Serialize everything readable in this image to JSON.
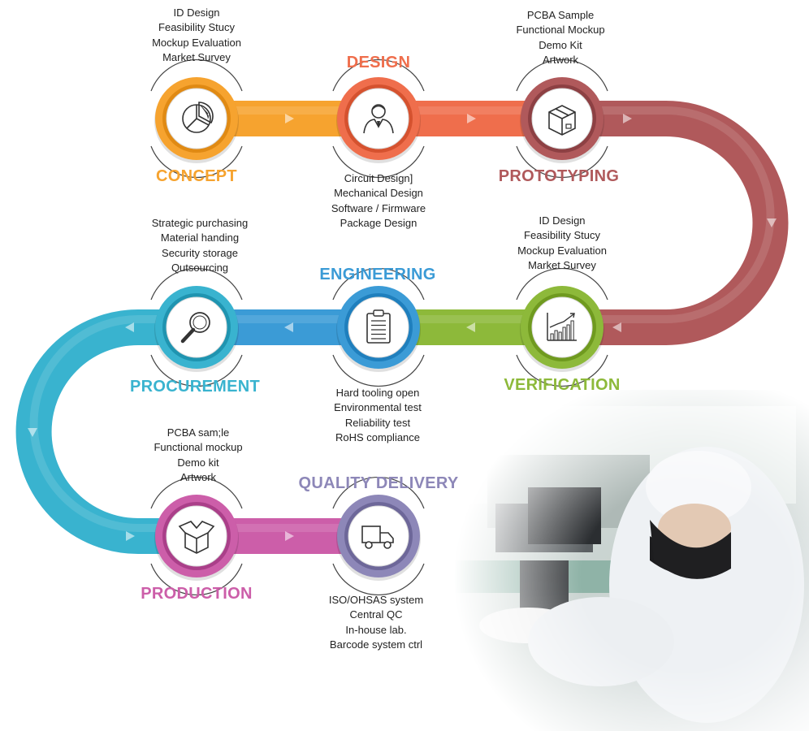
{
  "stages": [
    {
      "id": "concept",
      "title": "CONCEPT",
      "icon": "pie-chart-icon",
      "color": "#f6a32f",
      "dark": "#e08a14",
      "items": [
        "ID Design",
        "Feasibility Stucy",
        "Mockup Evaluation",
        "Market Survey"
      ]
    },
    {
      "id": "design",
      "title": "DESIGN",
      "icon": "engineer-person-icon",
      "color": "#ef6e4c",
      "dark": "#d5522f",
      "items": [
        "Circuit Design]",
        "Mechanical Design",
        "Software / Firmware",
        "Package Design"
      ]
    },
    {
      "id": "prototyping",
      "title": "PROTOTYPING",
      "icon": "package-box-icon",
      "color": "#b0595b",
      "dark": "#8d4043",
      "items": [
        "PCBA Sample",
        "Functional Mockup",
        "Demo Kit",
        "Artwork"
      ]
    },
    {
      "id": "verification",
      "title": "VERIFICATION",
      "icon": "growth-chart-icon",
      "color": "#8db93a",
      "dark": "#6f9a1f",
      "items": [
        "ID Design",
        "Feasibility Stucy",
        "Mockup Evaluation",
        "Market Survey"
      ]
    },
    {
      "id": "engineering",
      "title": "ENGINEERING",
      "icon": "clipboard-icon",
      "color": "#3b9bd6",
      "dark": "#1f7fbd",
      "items": [
        "Hard tooling open",
        "Environmental test",
        "Reliability test",
        "RoHS compliance"
      ]
    },
    {
      "id": "procurement",
      "title": "PROCUREMENT",
      "icon": "magnifier-icon",
      "color": "#39b3cf",
      "dark": "#1f94b0",
      "items": [
        "Strategic purchasing",
        "Material handing",
        "Security storage",
        "Qutsourcing"
      ]
    },
    {
      "id": "production",
      "title": "PRODUCTION",
      "icon": "open-box-icon",
      "color": "#cc5ea9",
      "dark": "#aa3f89",
      "items": [
        "PCBA sam;le",
        "Functional mockup",
        "Demo kit",
        "Artwork"
      ]
    },
    {
      "id": "quality_delivery",
      "title": "QUALITY DELIVERY",
      "icon": "delivery-truck-icon",
      "color": "#8d87b8",
      "dark": "#6d6799",
      "items": [
        "ISO/OHSAS system",
        "Central QC",
        "In-house lab.",
        "Barcode system ctrl"
      ]
    }
  ],
  "colors": {
    "concept_to_design": "#f6a32f",
    "design_to_proto": "#ef6e4c",
    "proto_curve": "#b0595b",
    "verif_to_eng": "#8db93a",
    "eng_to_proc": "#3b9bd6",
    "proc_curve": "#39b3cf",
    "prod_to_quality": "#cc5ea9",
    "arrow": "#ffffff"
  }
}
